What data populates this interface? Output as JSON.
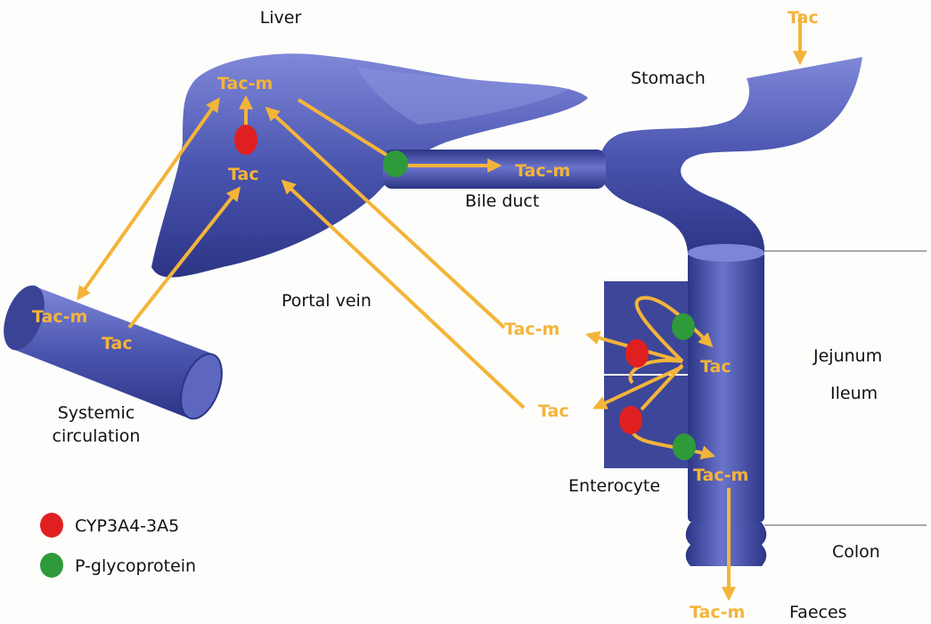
{
  "organs": {
    "liver": "Liver",
    "stomach": "Stomach",
    "bile_duct": "Bile duct",
    "portal_vein": "Portal vein",
    "systemic_line1": "Systemic",
    "systemic_line2": "circulation",
    "jejunum": "Jejunum",
    "ileum": "Ileum",
    "enterocyte": "Enterocyte",
    "colon": "Colon",
    "faeces": "Faeces"
  },
  "drug": {
    "tac": "Tac",
    "metabolite": "Tac-m"
  },
  "legend": {
    "cyp": {
      "label": "CYP3A4-3A5",
      "color": "#e02020"
    },
    "pgp": {
      "label": "P-glycoprotein",
      "color": "#2e9a3a"
    }
  },
  "colors": {
    "organ": "#4a55b0",
    "arrow": "#f4b43a"
  }
}
